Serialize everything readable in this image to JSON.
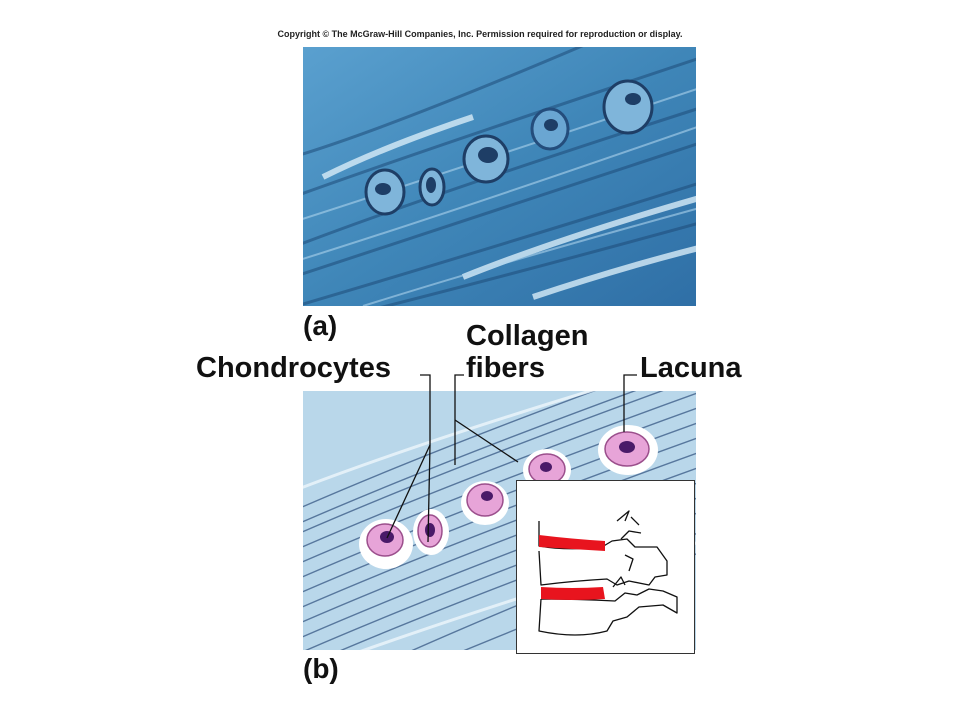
{
  "copyright": "Copyright © The McGraw-Hill Companies, Inc. Permission required for reproduction or display.",
  "panels": {
    "a": {
      "label": "(a)"
    },
    "b": {
      "label": "(b)"
    }
  },
  "callouts": {
    "chondrocytes": "Chondrocytes",
    "collagen_line1": "Collagen",
    "collagen_line2": "fibers",
    "lacuna": "Lacuna"
  },
  "colors": {
    "micrograph_blue": "#3f86b8",
    "micrograph_dark": "#1e4a78",
    "cell_pink": "#e7a4d8",
    "nucleus_purple": "#4a1a68",
    "disc_red": "#e8141e"
  }
}
